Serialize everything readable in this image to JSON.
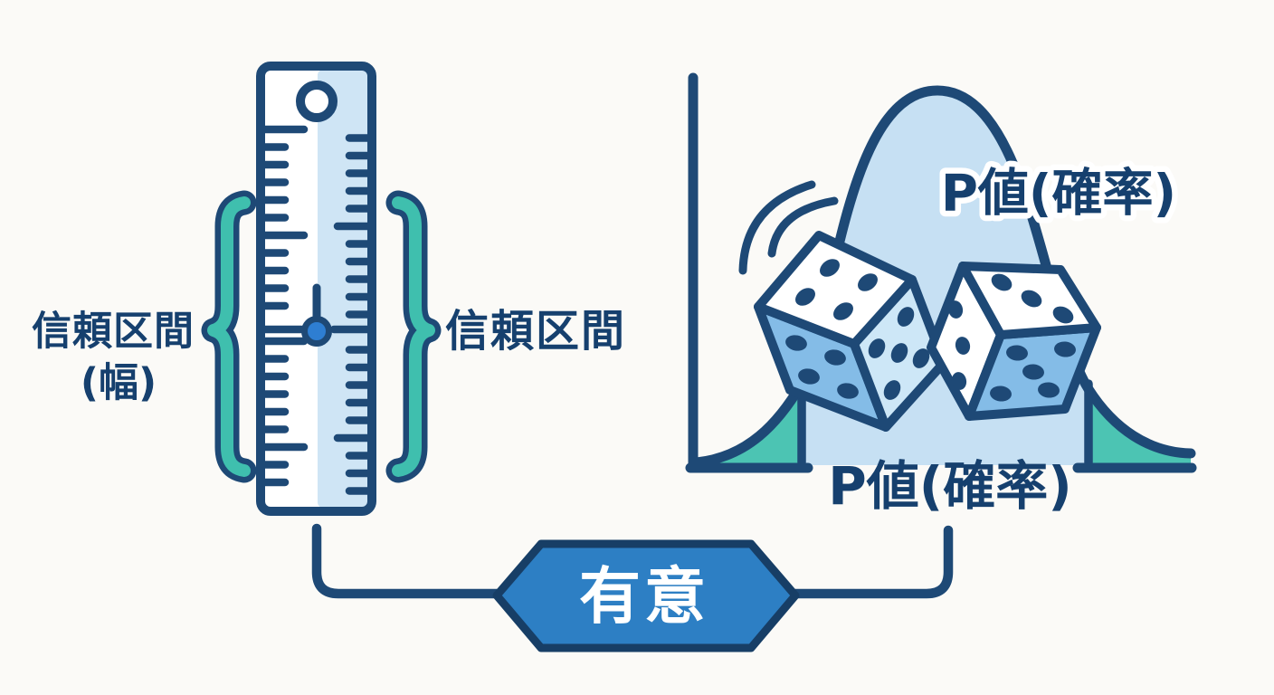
{
  "colors": {
    "bg": "#fbfaf7",
    "navy": "#1e4976",
    "navy_text": "#16406e",
    "teal": "#3fbfae",
    "tail_teal": "#4cc4b3",
    "ruler_blue": "#cfe5f5",
    "bell_blue": "#c6e0f3",
    "dice_blue": "#84bce7",
    "dice_light_blue": "#cde7f7",
    "badge_blue": "#2d7fc4",
    "badge_border": "#173e66",
    "marker_blue": "#2e7ed2",
    "white": "#ffffff"
  },
  "left_figure": {
    "left_label_line1": "信頼区間",
    "left_label_line2": "(幅)",
    "right_label": "信頼区間"
  },
  "right_figure": {
    "p_value_label_top": "P値(確率)",
    "p_value_label_bottom": "P値(確率)"
  },
  "badge": {
    "label": "有意"
  }
}
